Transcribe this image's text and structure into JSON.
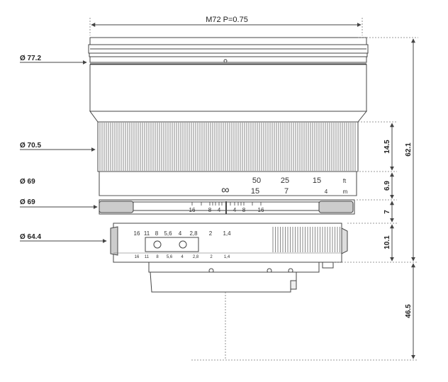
{
  "thread_label": "M72 P=0.75",
  "diameters": [
    {
      "id": "d772",
      "label": "Ø 77.2"
    },
    {
      "id": "d705",
      "label": "Ø 70.5"
    },
    {
      "id": "d69a",
      "label": "Ø 69"
    },
    {
      "id": "d69b",
      "label": "Ø 69"
    },
    {
      "id": "d644",
      "label": "Ø 64.4"
    }
  ],
  "heights": [
    {
      "id": "h145",
      "label": "14.5"
    },
    {
      "id": "h69",
      "label": "6.9"
    },
    {
      "id": "h7",
      "label": "7"
    },
    {
      "id": "h101",
      "label": "10.1"
    },
    {
      "id": "h621",
      "label": "62.1"
    },
    {
      "id": "h465",
      "label": "46.5"
    }
  ],
  "distance_scale": {
    "feet_row": [
      "50",
      "25",
      "15",
      "ft"
    ],
    "meter_row": [
      "∞",
      "15",
      "7",
      "4",
      "m"
    ]
  },
  "dof_scale": [
    "16",
    "8",
    "4",
    "4",
    "8",
    "16"
  ],
  "aperture_ring": [
    "16",
    "11",
    "8",
    "5,6",
    "4",
    "2,8",
    "2",
    "1,4"
  ],
  "aperture_small": [
    "16",
    "11",
    "8",
    "5,6",
    "4",
    "2,8",
    "2",
    "1,4"
  ]
}
